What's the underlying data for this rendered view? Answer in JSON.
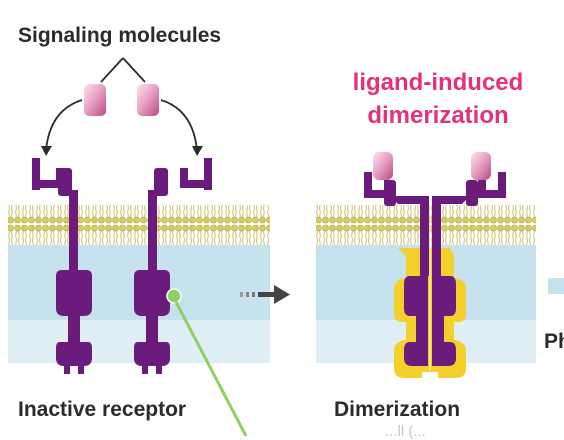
{
  "labels": {
    "signaling_molecules": "Signaling molecules",
    "title_line1": "ligand-induced",
    "title_line2": "dimerization",
    "inactive_receptor": "Inactive receptor",
    "dimerization": "Dimerization",
    "partial_right": "Ph",
    "partial_bottom": "...ll (..."
  },
  "colors": {
    "title_accent": "#e5317c",
    "receptor": "#6a1b7c",
    "ligand": "#e8a3c6",
    "phosphate_halo": "#f3d02b",
    "membrane_head": "#d9cc5c",
    "cytoplasm": "#c6e2ee",
    "pointer": "#8fd062"
  },
  "icons": {
    "arrow": "arrow-right-icon",
    "pointer": "pointer-line"
  }
}
